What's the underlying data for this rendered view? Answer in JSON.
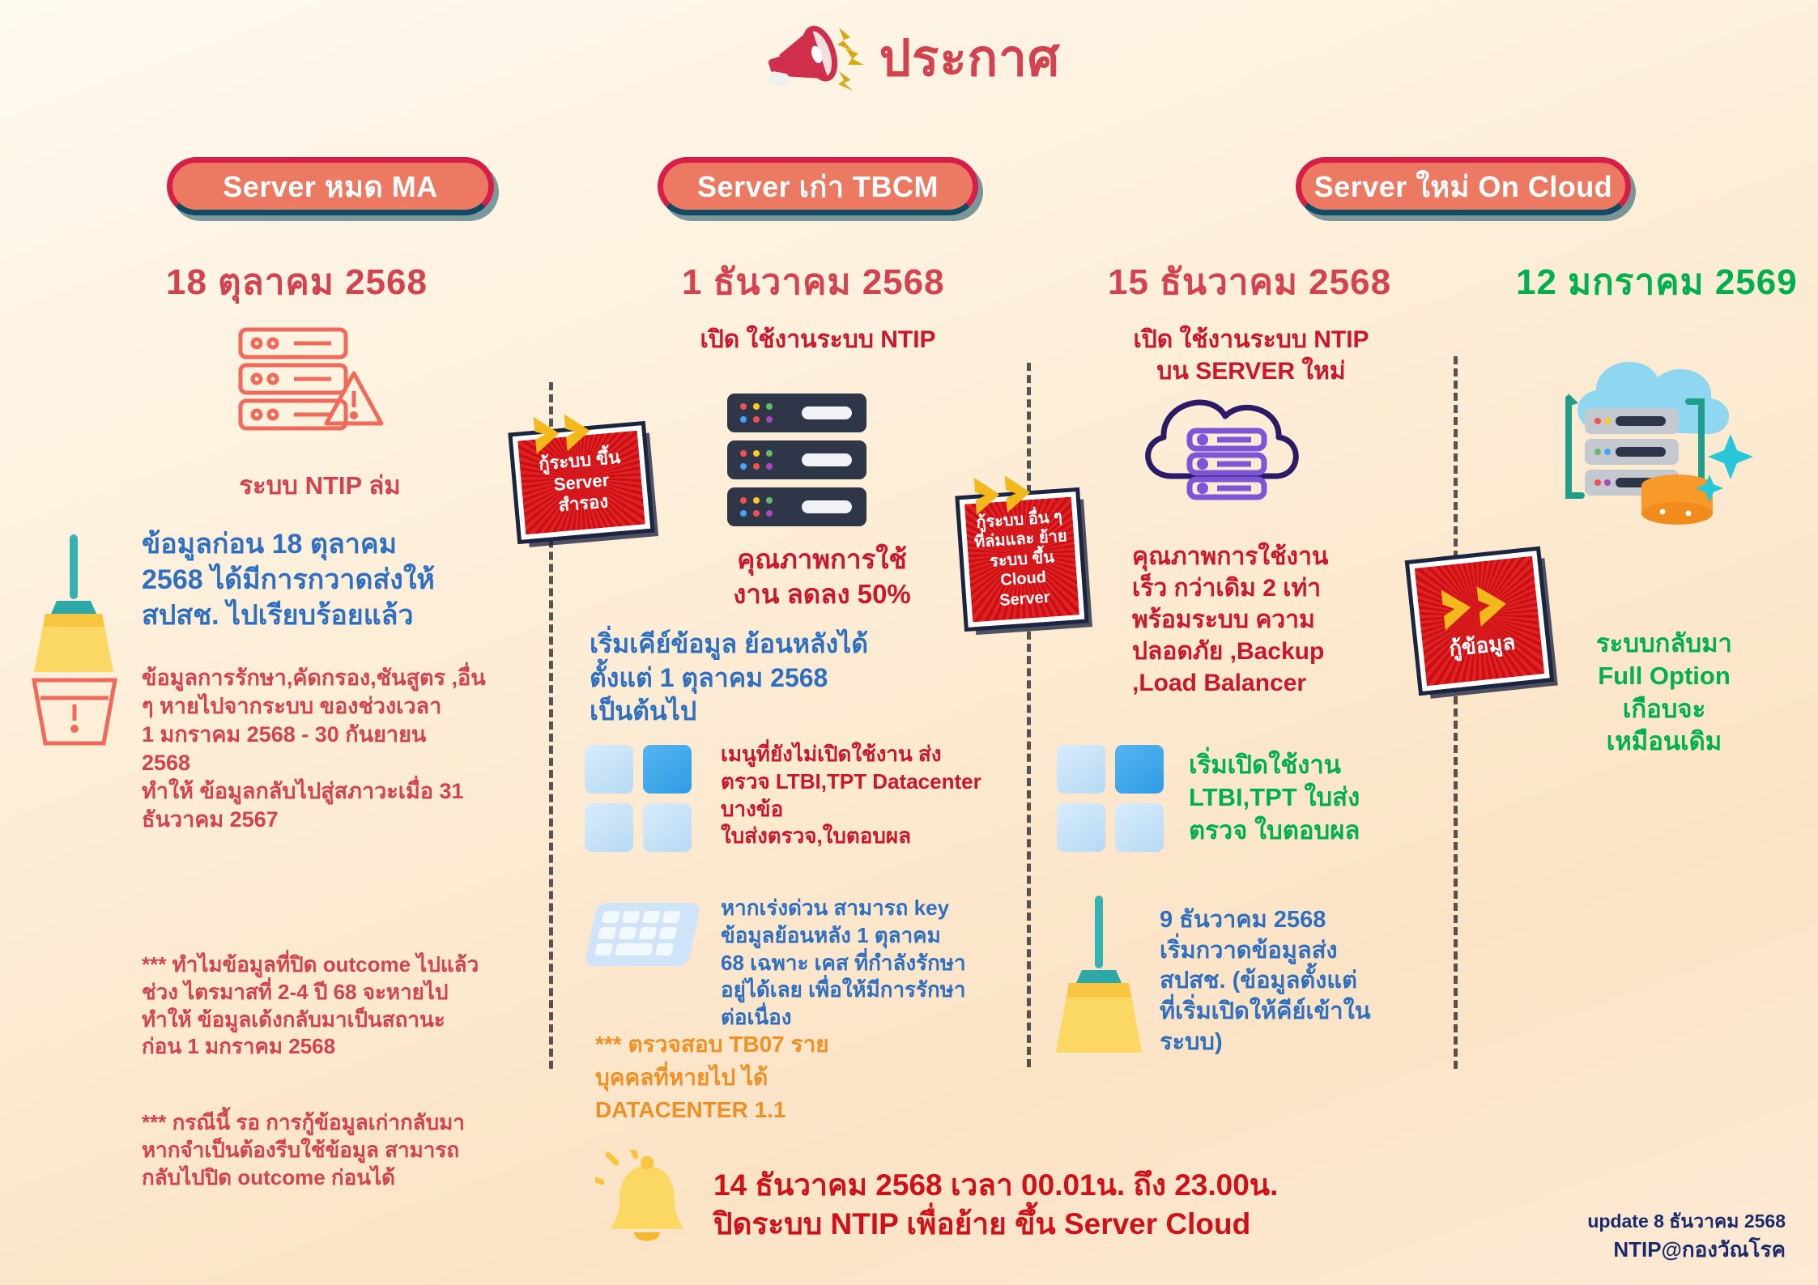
{
  "header": {
    "title": "ประกาศ",
    "megaphone_icon": "megaphone-icon"
  },
  "colors": {
    "badge_fill": "#ec7a63",
    "badge_border_top": "#d61e49",
    "badge_border_bottom": "#0f4c63",
    "title_red": "#d2424f",
    "body_blue": "#2f6fc0",
    "green": "#00b050",
    "orange": "#ef9024",
    "crimson": "#cf1118",
    "placard_red": "#d81f26",
    "background": "#fdeed8"
  },
  "badges": [
    {
      "label": "Server  หมด MA"
    },
    {
      "label": "Server เก่า TBCM"
    },
    {
      "label": "Server ใหม่ On Cloud"
    }
  ],
  "dates": [
    {
      "label": "18 ตุลาคม 2568",
      "color": "#d2424f"
    },
    {
      "label": "1 ธันวาคม 2568",
      "color": "#d2424f"
    },
    {
      "label": "15 ธันวาคม 2568",
      "color": "#d2424f"
    },
    {
      "label": "12 มกราคม 2569",
      "color": "#00b050"
    }
  ],
  "column1": {
    "icon": "server-rack-warning-icon",
    "headline": "ระบบ NTIP ล่ม",
    "para_blue": "ข้อมูลก่อน 18 ตุลาคม\n2568 ได้มีการกวาดส่งให้\nสปสช. ไปเรียบร้อยแล้ว",
    "para_red": "ข้อมูลการรักษา,คัดกรอง,ชันสูตร ,อื่น\nๆ หายไปจากระบบ ของช่วงเวลา\n1 มกราคม 2568 - 30 กันยายน\n2568\nทำให้ ข้อมูลกลับไปสู่สภาวะเมื่อ 31\nธันวาคม 2567",
    "note1": "*** ทำไมข้อมูลที่ปิด outcome ไปแล้ว\nช่วง ไตรมาสที่ 2-4 ปี 68 จะหายไป\nทำให้ ข้อมูลเด้งกลับมาเป็นสถานะ\nก่อน 1 มกราคม 2568",
    "note2": "*** กรณีนี้ รอ การกู้ข้อมูลเก่ากลับมา\nหากจำเป็นต้องรีบใช้ข้อมูล สามารถ\nกลับไปปิด outcome ก่อนได้",
    "broom_icon": "broom-bucket-icon"
  },
  "placard1": {
    "text": "กู้ระบบ ขึ้น\nServer สำรอง",
    "chevron_icon": "double-chevron-right-icon"
  },
  "column2": {
    "subhead": "เปิด ใช้งานระบบ NTIP",
    "icon": "server-rack-icon",
    "headline_red": "คุณภาพการใช้\nงาน ลดลง 50%",
    "para_blue": "เริ่มเคีย์ข้อมูล ย้อนหลังได้\nตั้งแต่ 1 ตุลาคม 2568\nเป็นต้นไป",
    "tiles_icon": "app-tiles-icon",
    "menu_note_red": "เมนูที่ยังไม่เปิดใช้งาน  ส่ง\nตรวจ LTBI,TPT Datacenter\nบางข้อ\nใบส่งตรวจ,ใบตอบผล",
    "keyboard_icon": "keyboard-icon",
    "key_note_blue": "หากเร่งด่วน สามารถ key\nข้อมูลย้อนหลัง 1 ตุลาคม\n68 เฉพาะ เคส ที่กำลังรักษา\nอยู่ได้เลย เพื่อให้มีการรักษา\nต่อเนื่อง",
    "tb07_note": "*** ตรวจสอบ TB07 ราย\nบุคคลที่หายไป ได้\nDATACENTER 1.1"
  },
  "placard2": {
    "text": "กู้ระบบ อื่น ๆ\nที่ล่มและ ย้าย\nระบบ ขึ้น\nCloud Server",
    "chevron_icon": "double-chevron-right-icon"
  },
  "column3": {
    "subhead": "เปิด ใช้งานระบบ NTIP\nบน SERVER ใหม่",
    "icon": "cloud-server-icon",
    "para_red": "คุณภาพการใช้งาน\nเร็ว กว่าเดิม 2 เท่า\nพร้อมระบบ ความ\nปลอดภัย ,Backup\n,Load Balancer",
    "tiles_icon": "app-tiles-icon",
    "para_green": "เริ่มเปิดใช้งาน\nLTBI,TPT ใบส่ง\nตรวจ ใบตอบผล",
    "broom_icon": "broom-icon",
    "para_blue": "9 ธันวาคม 2568\nเริ่มกวาดข้อมูลส่ง\nสปสช. (ข้อมูลตั้งแต่\nที่เริ่มเปิดให้คีย์เข้าใน\nระบบ)"
  },
  "placard3": {
    "text": "กู้ข้อมูล",
    "chevron_icon": "double-chevron-right-icon"
  },
  "column4": {
    "icon": "cloud-server-restore-icon",
    "para_green": "ระบบกลับมา\nFull Option\nเกือบจะ\nเหมือนเดิม"
  },
  "bell_notice": {
    "bell_icon": "bell-ringing-icon",
    "line1": "14 ธันวาคม 2568 เวลา 00.01น. ถึง 23.00น.",
    "line2": "ปิดระบบ NTIP เพื่อย้าย ขึ้น Server Cloud"
  },
  "footer": {
    "line1": "update 8 ธันวาคม 2568",
    "line2": "NTIP@กองวัณโรค"
  }
}
